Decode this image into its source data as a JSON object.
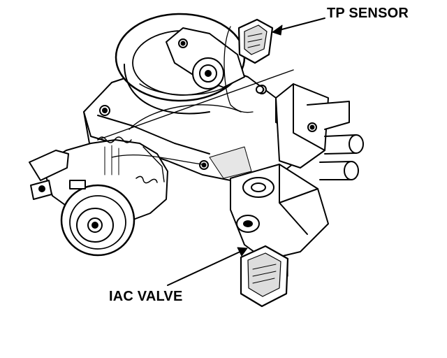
{
  "labels": {
    "tp_sensor": "TP SENSOR",
    "iac_valve": "IAC VALVE"
  },
  "colors": {
    "ink": "#000000",
    "paper": "#ffffff",
    "shade": "#6e6e6e"
  },
  "parts": [
    "throttle-body",
    "tp-sensor",
    "iac-valve",
    "throttle-linkage",
    "coolant-pipes"
  ]
}
